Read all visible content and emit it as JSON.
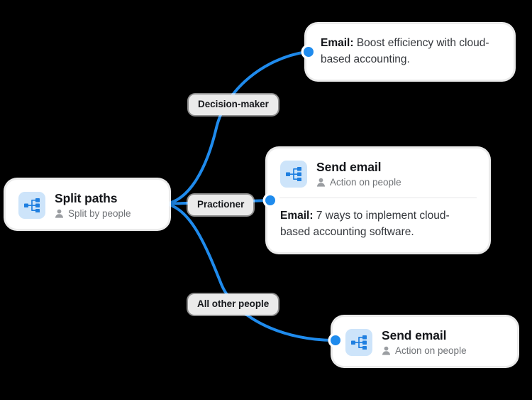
{
  "canvas": {
    "background_color": "#000000",
    "accent_color": "#1f8bed",
    "icon_tile_color": "#cde4fa",
    "pill_color": "#eaeaea",
    "card_color": "#ffffff"
  },
  "nodes": {
    "split": {
      "title": "Split paths",
      "subtitle": "Split by people",
      "icon": "split-paths-icon",
      "person_icon": "person-icon"
    },
    "email_top": {
      "label": "Email:",
      "text": " Boost efficiency with cloud-based accounting."
    },
    "send_mid": {
      "title": "Send email",
      "subtitle": "Action on people",
      "icon": "split-paths-icon",
      "person_icon": "person-icon",
      "label": "Email:",
      "text": " 7 ways to implement cloud-based accounting software."
    },
    "send_bot": {
      "title": "Send email",
      "subtitle": "Action on people",
      "icon": "split-paths-icon",
      "person_icon": "person-icon"
    }
  },
  "branch_labels": {
    "decision": "Decision-maker",
    "practioner": "Practioner",
    "all_other": "All other people"
  }
}
